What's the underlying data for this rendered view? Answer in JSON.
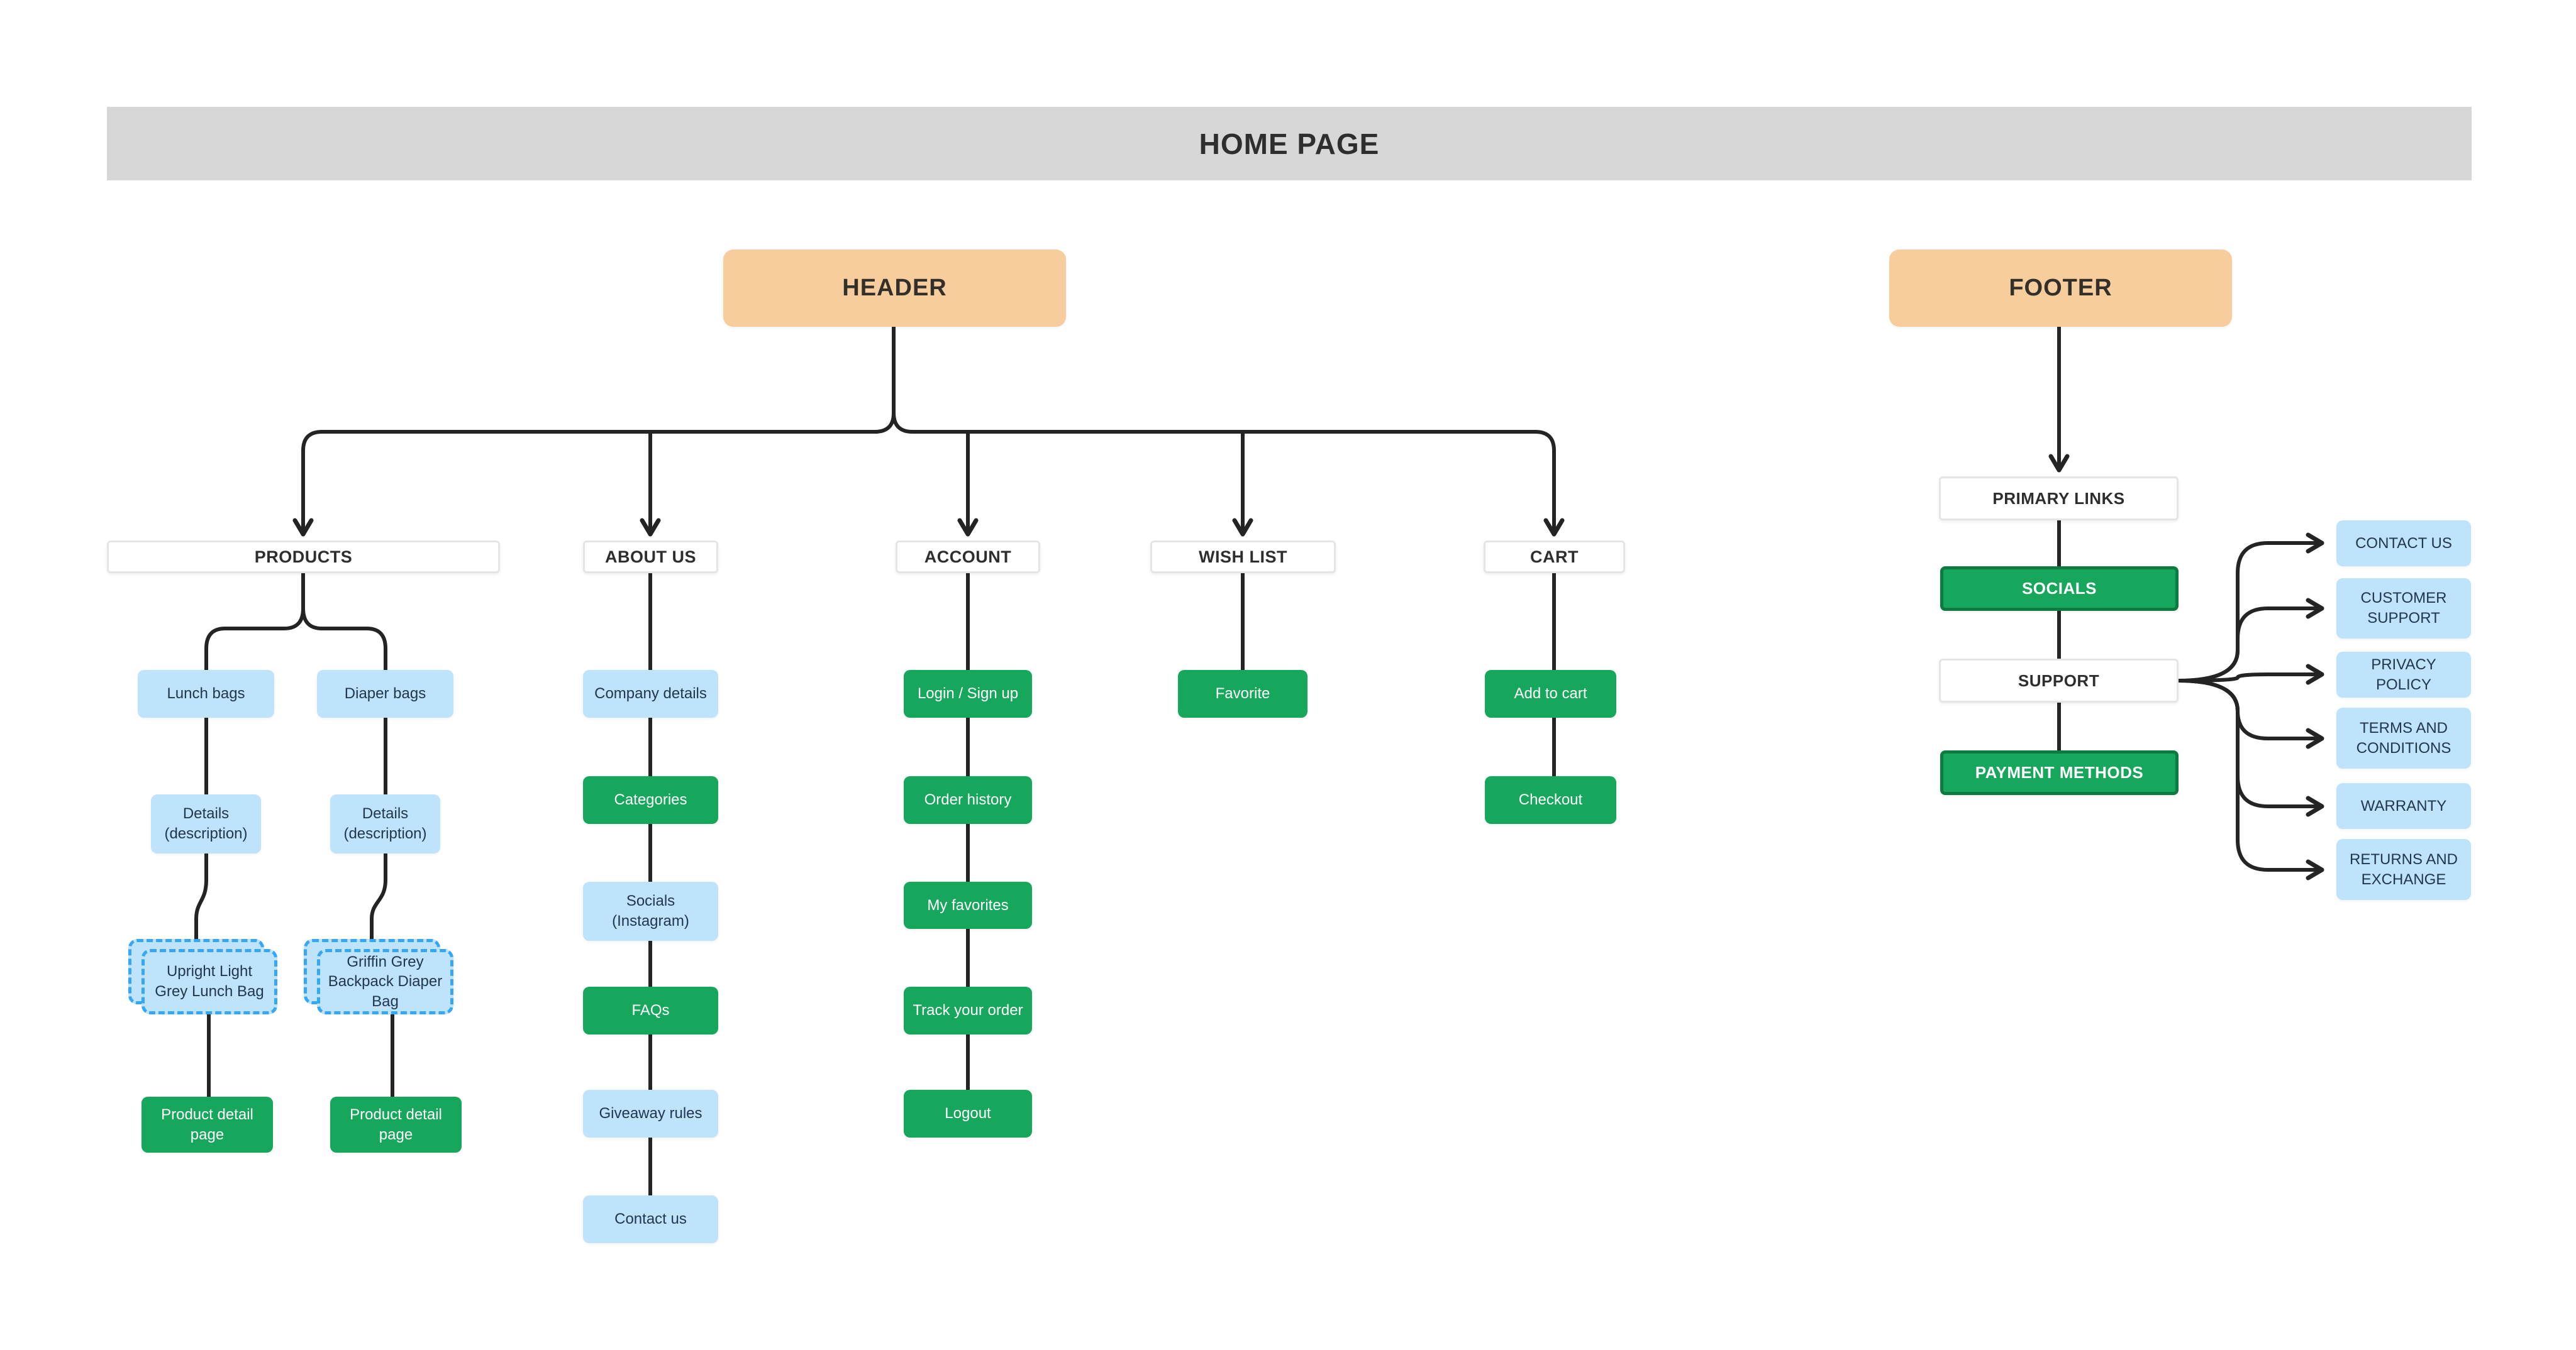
{
  "title": "HOME PAGE",
  "colors": {
    "green": "#17A75C",
    "green_border": "#0D7A41",
    "light_blue": "#BEE3FA",
    "dashed_blue": "#35A7F7",
    "peach": "#F8CD9D",
    "title_bar_grey": "#D7D7D7",
    "line": "#242424"
  },
  "header": {
    "label": "HEADER"
  },
  "footer": {
    "label": "FOOTER"
  },
  "products": {
    "label": "PRODUCTS",
    "lunch": {
      "category": "Lunch bags",
      "details": "Details (description)",
      "product": "Upright Light Grey Lunch Bag",
      "page": "Product detail page"
    },
    "diaper": {
      "category": "Diaper bags",
      "details": "Details (description)",
      "product": "Griffin Grey Backpack Diaper Bag",
      "page": "Product detail page"
    }
  },
  "about": {
    "label": "ABOUT US",
    "items": [
      {
        "label": "Company details"
      },
      {
        "label": "Categories"
      },
      {
        "label": "Socials (Instagram)"
      },
      {
        "label": "FAQs"
      },
      {
        "label": "Giveaway rules"
      },
      {
        "label": "Contact us"
      }
    ]
  },
  "account": {
    "label": "ACCOUNT",
    "items": [
      {
        "label": "Login / Sign up"
      },
      {
        "label": "Order history"
      },
      {
        "label": "My favorites"
      },
      {
        "label": "Track your order"
      },
      {
        "label": "Logout"
      }
    ]
  },
  "wishlist": {
    "label": "WISH LIST",
    "items": [
      {
        "label": "Favorite"
      }
    ]
  },
  "cart": {
    "label": "CART",
    "items": [
      {
        "label": "Add to cart"
      },
      {
        "label": "Checkout"
      }
    ]
  },
  "footer_tree": {
    "primary_links": "PRIMARY LINKS",
    "socials": "SOCIALS",
    "support": "SUPPORT",
    "payment_methods": "PAYMENT METHODS",
    "links": [
      {
        "label": "CONTACT US"
      },
      {
        "label": "CUSTOMER SUPPORT"
      },
      {
        "label": "PRIVACY POLICY"
      },
      {
        "label": "TERMS AND CONDITIONS"
      },
      {
        "label": "WARRANTY"
      },
      {
        "label": "RETURNS AND EXCHANGE"
      }
    ]
  }
}
